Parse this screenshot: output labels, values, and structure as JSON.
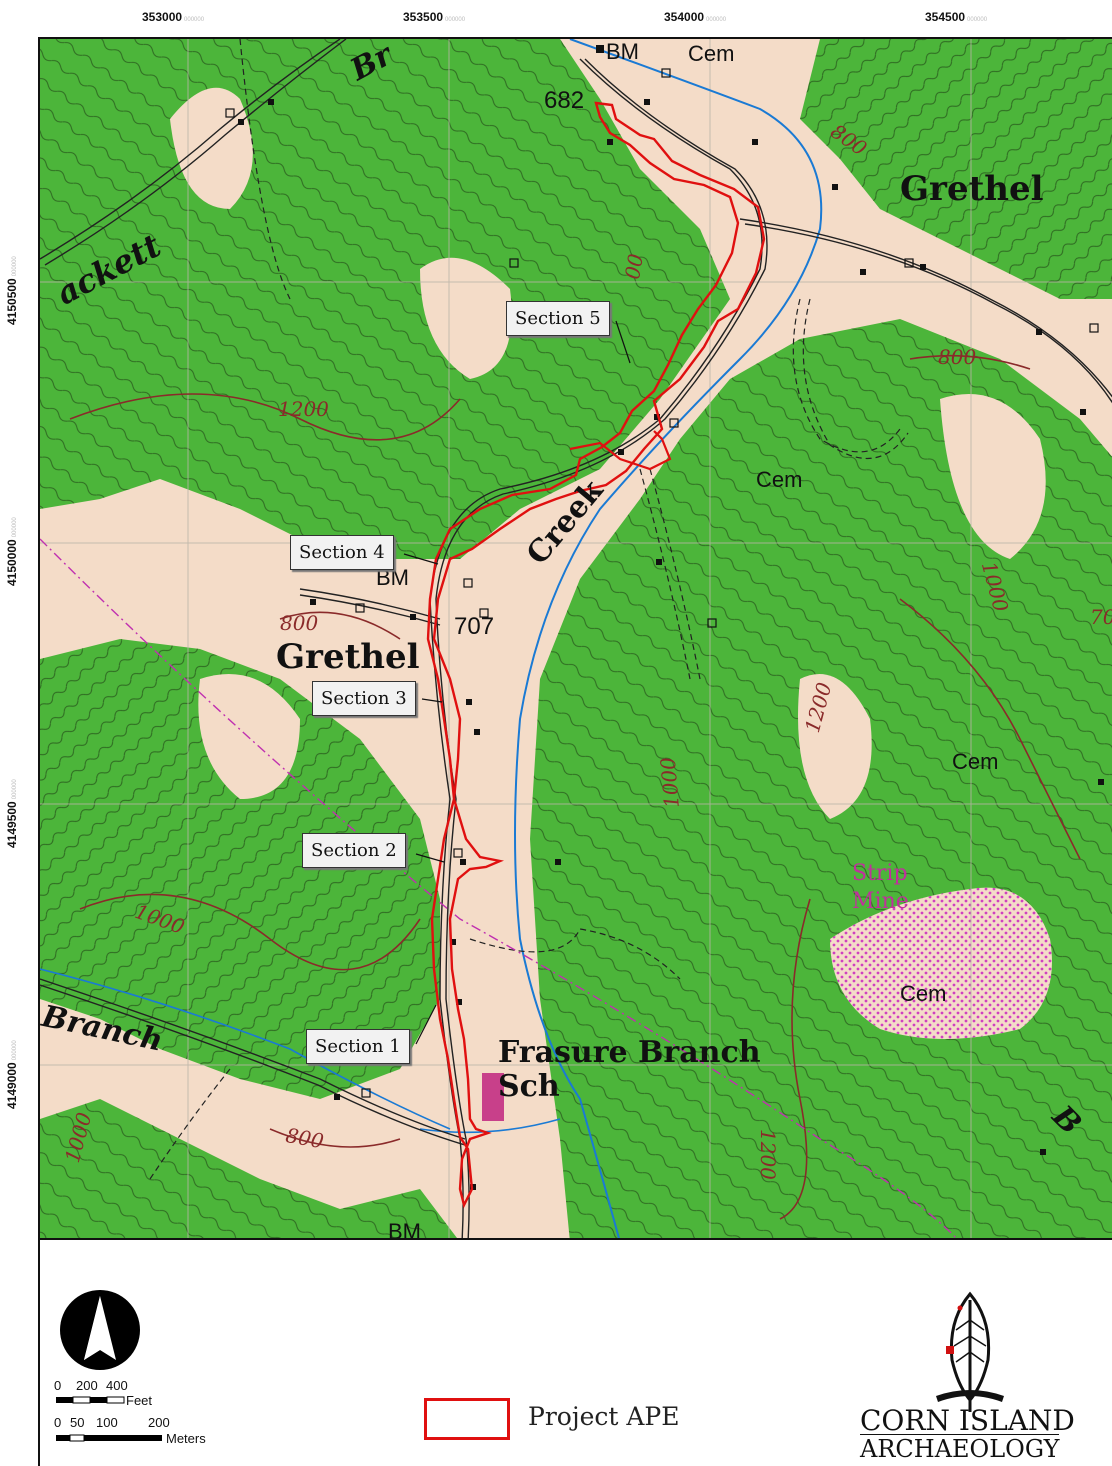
{
  "grid": {
    "x_ticks": [
      {
        "value": "353000",
        "suffix": "000000"
      },
      {
        "value": "353500",
        "suffix": "000000"
      },
      {
        "value": "354000",
        "suffix": "000000"
      },
      {
        "value": "354500",
        "suffix": "000000"
      }
    ],
    "y_ticks": [
      {
        "value": "4150500",
        "suffix": "000000"
      },
      {
        "value": "4150000",
        "suffix": "000000"
      },
      {
        "value": "4149500",
        "suffix": "000000"
      },
      {
        "value": "4149000",
        "suffix": "000000"
      }
    ]
  },
  "map": {
    "place_labels": {
      "grethel_east": "Grethel",
      "grethel_west": "Grethel",
      "creek": "Creek",
      "frasure": "Frasure Branch",
      "sch": "Sch",
      "branch": "Branch",
      "ackett": "ackett",
      "br_top": "Br",
      "br_right": "B",
      "strip": "Strip",
      "mine": "Mine",
      "cem_top": "Cem",
      "cem_mid": "Cem",
      "cem_right": "Cem",
      "cem_low": "Cem",
      "bm_top": "BM",
      "bm_mid": "BM",
      "bm_bottom": "BM",
      "elev_682": "682",
      "elev_707": "707"
    },
    "contour_labels": {
      "c1200_w": "1200",
      "c1200_c": "1200",
      "c1200_s": "1200",
      "c1000_w": "1000",
      "c1000_c": "1000",
      "c1000_e": "1000",
      "c1000_sw": "1000",
      "c800_ne": "800",
      "c800_e": "800",
      "c800_w": "800",
      "c800_sw": "800",
      "c800_n": "00",
      "c70": "70"
    },
    "sections": {
      "s1": "Section 1",
      "s2": "Section 2",
      "s3": "Section 3",
      "s4": "Section 4",
      "s5": "Section 5"
    },
    "colors": {
      "forest": "#4cb53a",
      "clearing": "#f4dcc8",
      "contour": "#8a2a2a",
      "water": "#1a7ad4",
      "ape": "#e01010",
      "strip_mine": "#d040c0"
    }
  },
  "legend": {
    "scale_feet": {
      "ticks": [
        "0",
        "200",
        "400"
      ],
      "unit": "Feet"
    },
    "scale_meters": {
      "ticks": [
        "0",
        "50",
        "100",
        "200"
      ],
      "unit": "Meters"
    },
    "ape_label": "Project APE",
    "logo_line1": "CORN ISLAND",
    "logo_line2": "ARCHAEOLOGY",
    "north_icon": "north-arrow-icon",
    "logo_icon": "feather-logo-icon"
  }
}
